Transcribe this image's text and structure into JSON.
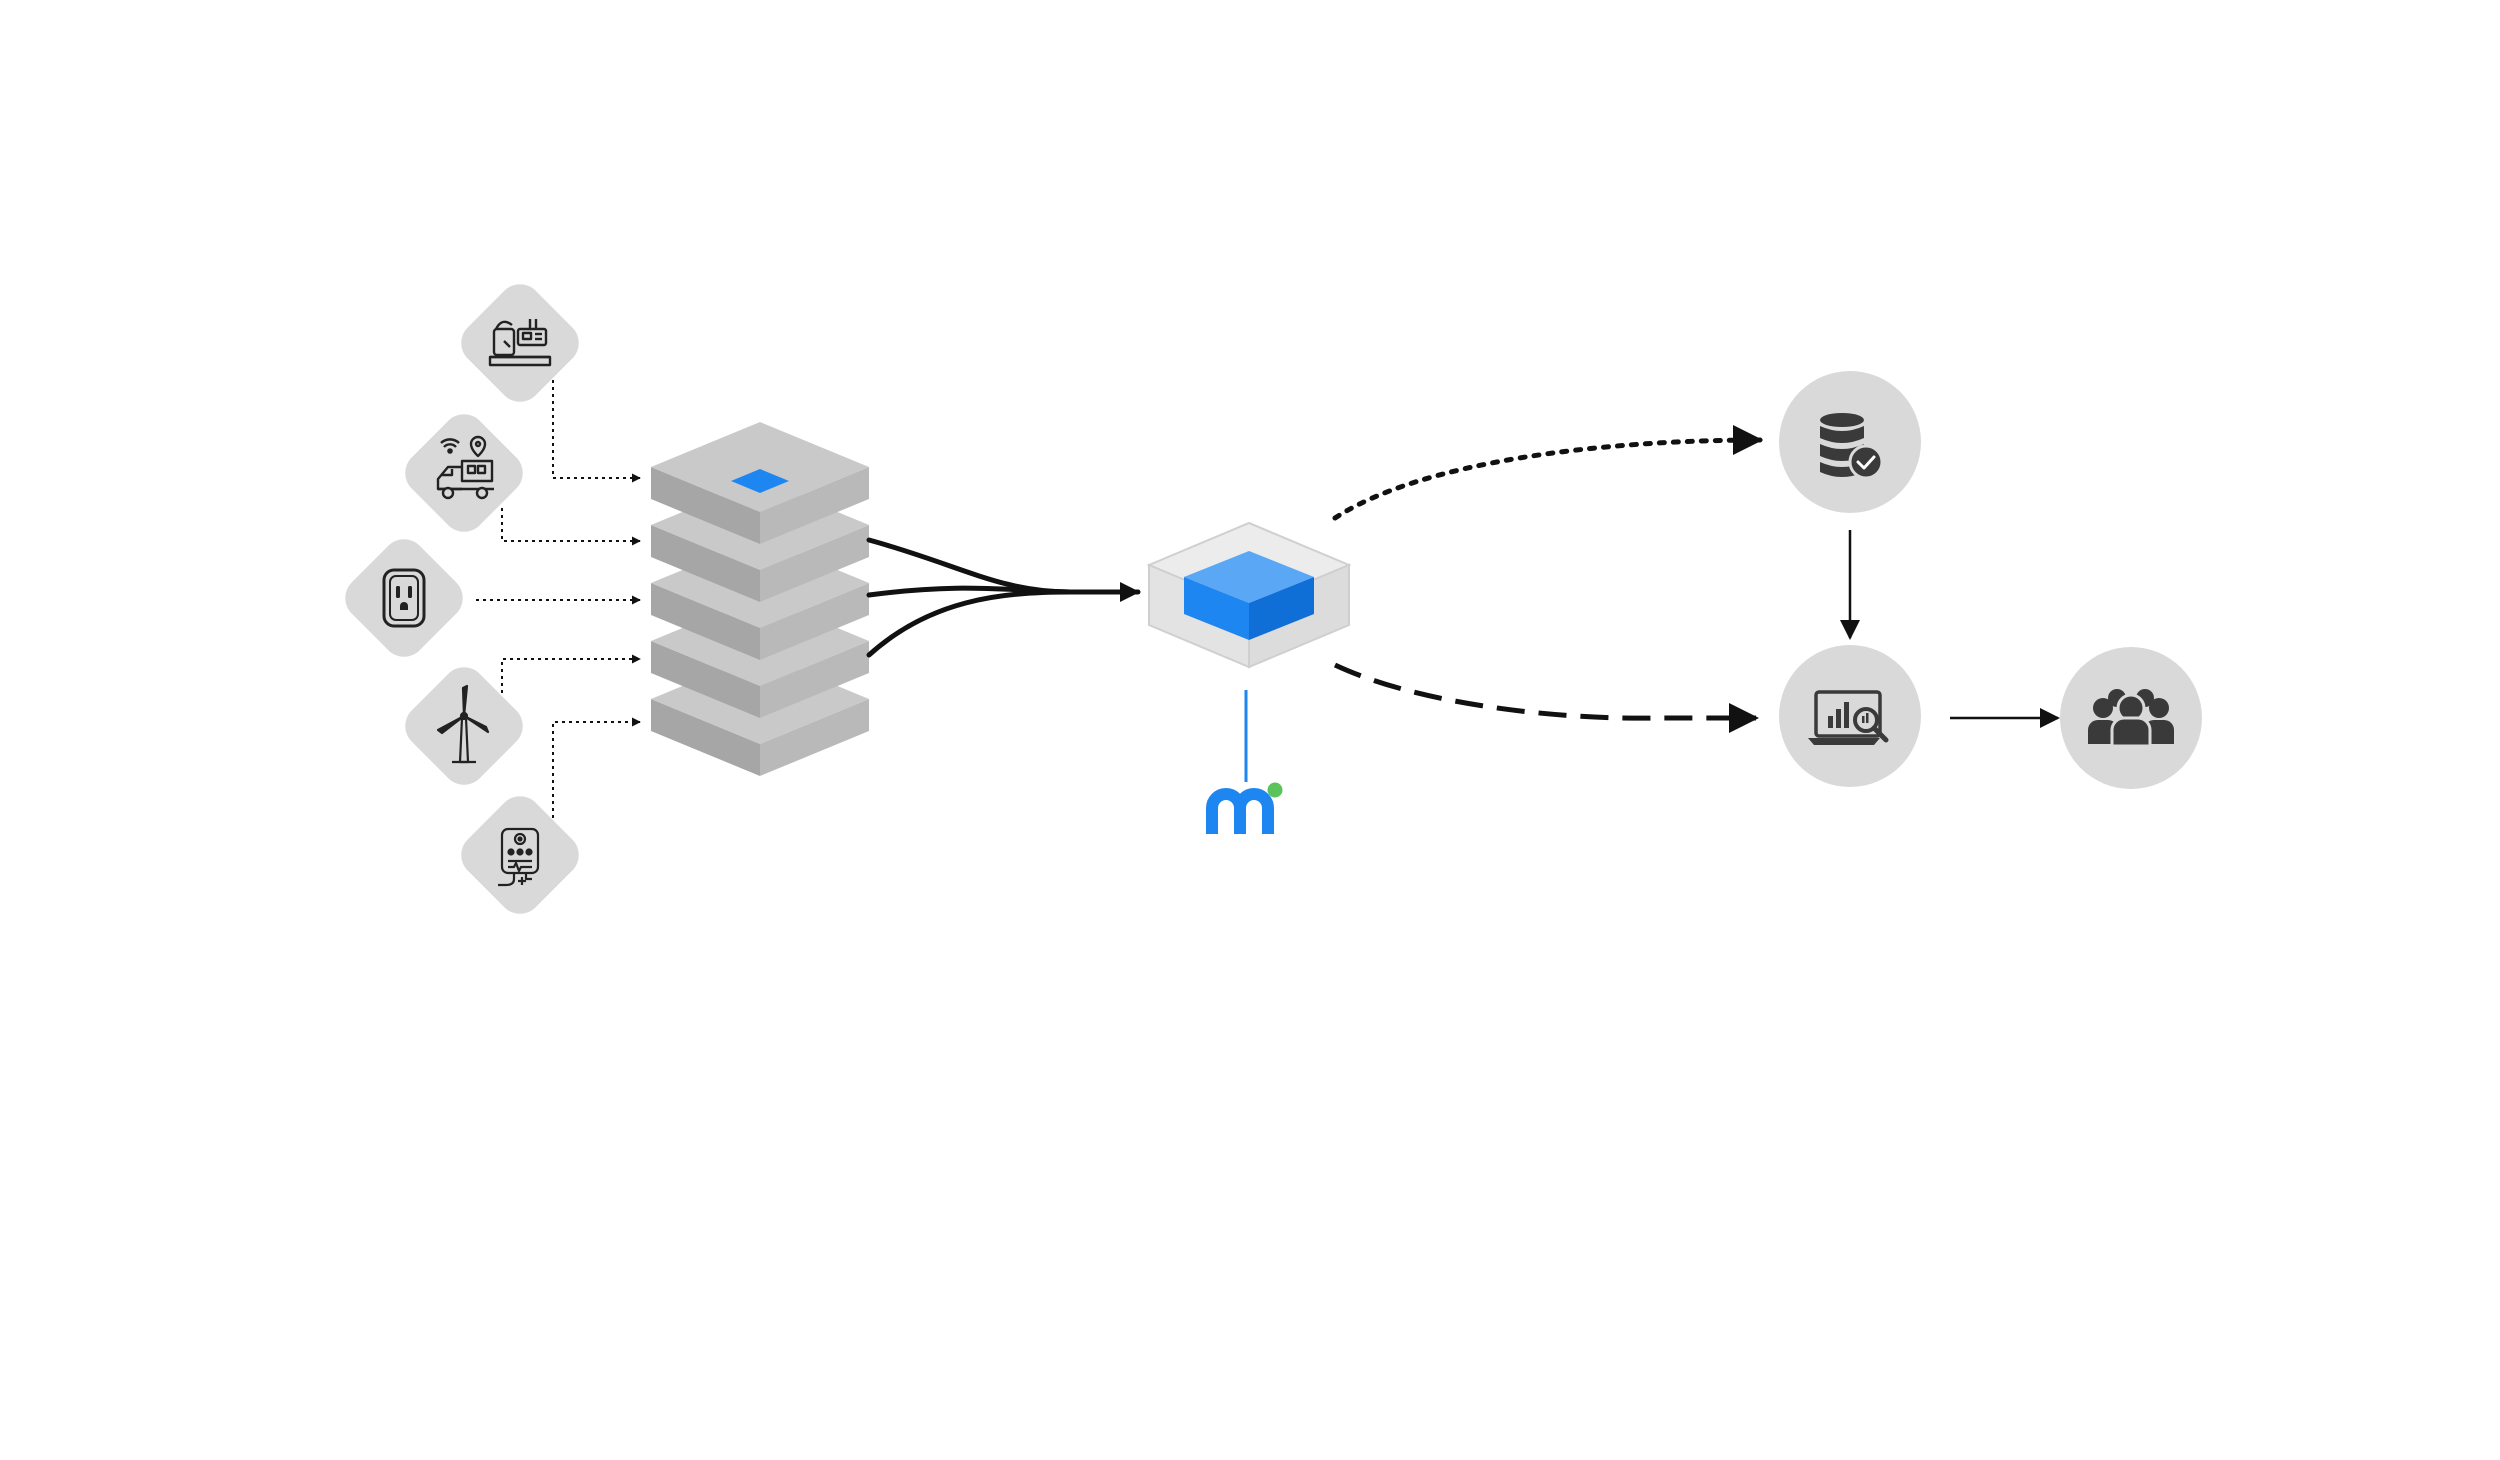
{
  "colors": {
    "background": "#ffffff",
    "node_fill": "#d9d9d9",
    "layer_top": "#c8c8c8",
    "layer_left": "#a9a9a9",
    "layer_right": "#bdbdbd",
    "accent": "#1e86f0",
    "accent_dark": "#0f6fd6",
    "accent_light": "#5aa8f5",
    "icon_dark": "#333333",
    "logo_dot": "#5bc35b",
    "edge": "#111111"
  },
  "sources": [
    {
      "icon": "cnc-machine-icon"
    },
    {
      "icon": "delivery-truck-icon"
    },
    {
      "icon": "smart-plug-icon"
    },
    {
      "icon": "wind-turbine-icon"
    },
    {
      "icon": "medical-device-icon"
    }
  ],
  "stack": {
    "layers": 5
  },
  "hub": {
    "icon": "cube-icon"
  },
  "logo": {
    "icon": "m-logo-icon"
  },
  "outputs": [
    {
      "id": "storage",
      "icon": "database-check-icon"
    },
    {
      "id": "analytics",
      "icon": "analytics-laptop-icon"
    },
    {
      "id": "users",
      "icon": "people-group-icon"
    }
  ],
  "edges": [
    {
      "from": "sources",
      "to": "stack",
      "style": "dotted"
    },
    {
      "from": "stack",
      "to": "hub",
      "style": "solid"
    },
    {
      "from": "hub",
      "to": "storage",
      "style": "dotted"
    },
    {
      "from": "hub",
      "to": "analytics",
      "style": "dashed"
    },
    {
      "from": "storage",
      "to": "analytics",
      "style": "solid"
    },
    {
      "from": "analytics",
      "to": "users",
      "style": "solid"
    }
  ]
}
